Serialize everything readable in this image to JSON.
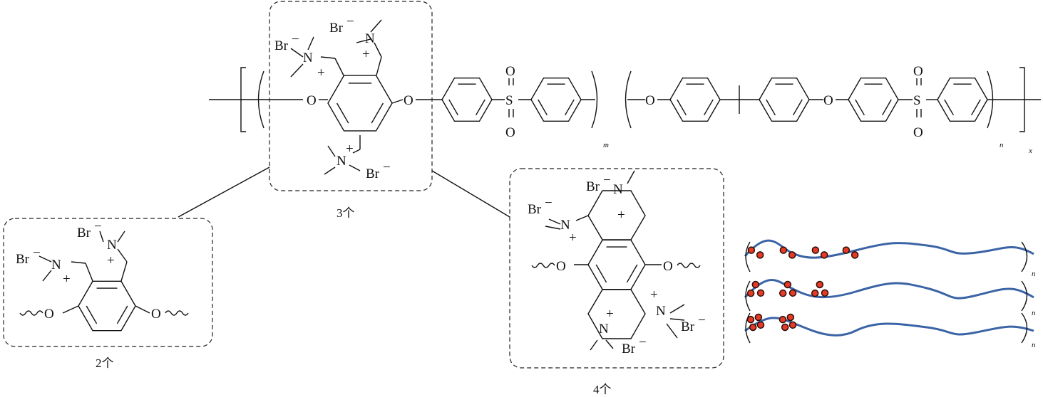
{
  "atoms": {
    "oxygen": "O",
    "sulfur": "S",
    "nitrogen": "N",
    "bromide": "Br",
    "minus": "−",
    "plus": "+"
  },
  "subscripts": {
    "m": "m",
    "n": "n",
    "x": "x"
  },
  "captions": {
    "three": "3个",
    "two": "2个",
    "four": "4个"
  },
  "colors": {
    "chain": "#3b64a6",
    "charge_dot": "#e63a26"
  },
  "chains": [
    {
      "name": "chain-2-per-site",
      "groups": [
        2,
        2,
        2,
        2
      ]
    },
    {
      "name": "chain-3-per-site",
      "groups": [
        3,
        3,
        3
      ]
    },
    {
      "name": "chain-4-per-site",
      "groups": [
        4,
        4
      ]
    }
  ]
}
